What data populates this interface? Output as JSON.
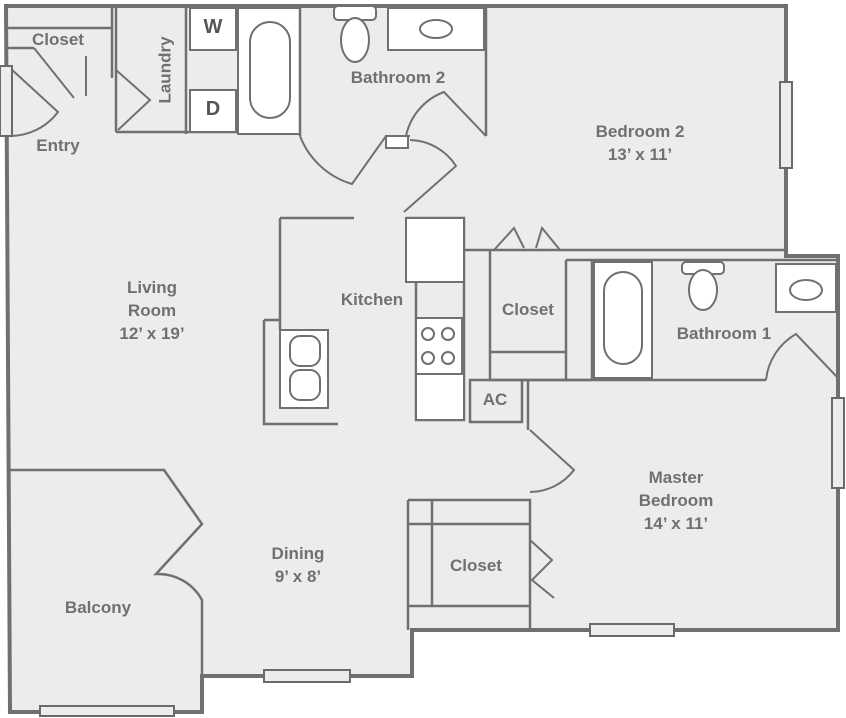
{
  "rooms": {
    "closet_entry": {
      "name": "Closet"
    },
    "entry": {
      "name": "Entry"
    },
    "laundry": {
      "name": "Laundry",
      "washer": "W",
      "dryer": "D"
    },
    "bathroom2": {
      "name": "Bathroom 2"
    },
    "bedroom2": {
      "name": "Bedroom 2",
      "size": "13’ x 11’"
    },
    "living": {
      "name_line1": "Living",
      "name_line2": "Room",
      "size": "12’ x 19’"
    },
    "kitchen": {
      "name": "Kitchen"
    },
    "closet_mid": {
      "name": "Closet"
    },
    "bathroom1": {
      "name": "Bathroom 1"
    },
    "ac": {
      "name": "AC"
    },
    "master": {
      "name_line1": "Master",
      "name_line2": "Bedroom",
      "size": "14’ x 11’"
    },
    "dining": {
      "name": "Dining",
      "size": "9’ x 8’"
    },
    "closet_master": {
      "name": "Closet"
    },
    "balcony": {
      "name": "Balcony"
    }
  },
  "colors": {
    "floor": "#ececec",
    "wall": "#707070",
    "label": "#707070"
  }
}
